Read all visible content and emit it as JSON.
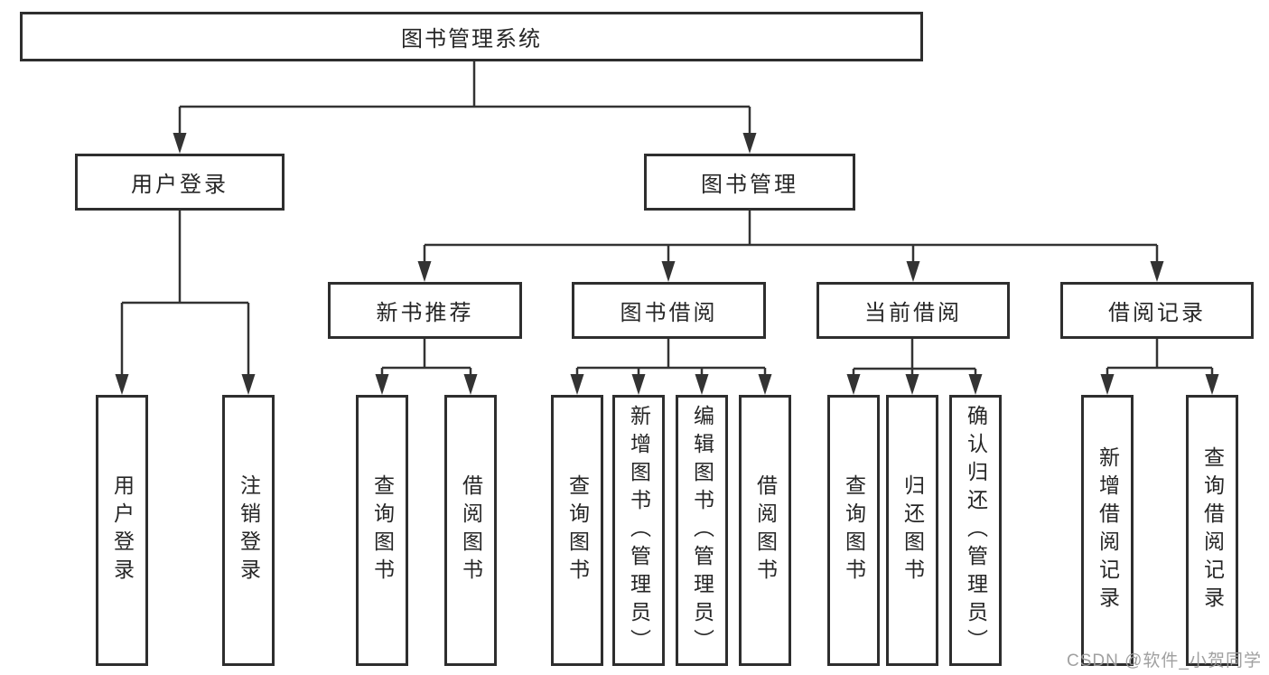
{
  "diagram_title": "图书管理系统",
  "nodes": {
    "root": {
      "label": "图书管理系统"
    },
    "user_login": {
      "label": "用户登录"
    },
    "book_mgmt": {
      "label": "图书管理"
    },
    "new_book_rec": {
      "label": "新书推荐"
    },
    "book_borrow": {
      "label": "图书借阅"
    },
    "current_borrow": {
      "label": "当前借阅"
    },
    "borrow_record": {
      "label": "借阅记录"
    },
    "leaf_user_login": {
      "label": "用户登录"
    },
    "leaf_logout": {
      "label": "注销登录"
    },
    "leaf_query_book_1": {
      "label": "查询图书"
    },
    "leaf_borrow_book_1": {
      "label": "借阅图书"
    },
    "leaf_query_book_2": {
      "label": "查询图书"
    },
    "leaf_add_book": {
      "label": "新增图书（管理员）"
    },
    "leaf_edit_book": {
      "label": "编辑图书（管理员）"
    },
    "leaf_borrow_book_2": {
      "label": "借阅图书"
    },
    "leaf_query_book_3": {
      "label": "查询图书"
    },
    "leaf_return_book": {
      "label": "归还图书"
    },
    "leaf_confirm_return": {
      "label": "确认归还（管理员）"
    },
    "leaf_add_record": {
      "label": "新增借阅记录"
    },
    "leaf_query_record": {
      "label": "查询借阅记录"
    }
  },
  "hierarchy": {
    "图书管理系统": {
      "用户登录": [
        "用户登录",
        "注销登录"
      ],
      "图书管理": {
        "新书推荐": [
          "查询图书",
          "借阅图书"
        ],
        "图书借阅": [
          "查询图书",
          "新增图书（管理员）",
          "编辑图书（管理员）",
          "借阅图书"
        ],
        "当前借阅": [
          "查询图书",
          "归还图书",
          "确认归还（管理员）"
        ],
        "借阅记录": [
          "新增借阅记录",
          "查询借阅记录"
        ]
      }
    }
  },
  "watermark": {
    "text": "CSDN @软件_小贺同学"
  },
  "colors": {
    "line": "#333333",
    "box_border": "#2e2e2e",
    "box_fill": "#ffffff",
    "text": "#262626",
    "watermark": "#9b9b9b"
  }
}
